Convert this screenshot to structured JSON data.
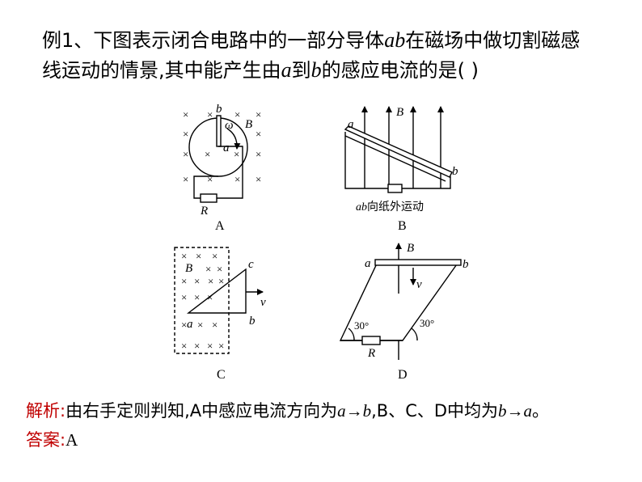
{
  "question": {
    "line1": {
      "prefix": "例1、下图表示闭合电路中的一部分导体",
      "ab": "ab",
      "suffix": "在磁场中做切割磁感"
    },
    "line2": {
      "prefix": "线运动的情景,其中能产生由",
      "a": "a",
      "mid": "到",
      "b": "b",
      "suffix": "的感应电流的是(       )"
    }
  },
  "figures": {
    "A": {
      "caption": "A",
      "labels": {
        "b": "b",
        "omega": "ω",
        "B": "B",
        "a": "a",
        "R": "R"
      }
    },
    "B": {
      "caption": "B",
      "note": "ab向纸外运动",
      "labels": {
        "a": "a",
        "B": "B",
        "b": "b"
      }
    },
    "C": {
      "caption": "C",
      "labels": {
        "B": "B",
        "c": "c",
        "v": "v",
        "a": "a",
        "b": "b"
      }
    },
    "D": {
      "caption": "D",
      "labels": {
        "a": "a",
        "B": "B",
        "b": "b",
        "v": "v",
        "R": "R",
        "angle_left": "30°",
        "angle_right": "30°"
      }
    }
  },
  "analysis": {
    "label": "解析:",
    "text1": "由右手定则判知,A中感应电流方向为",
    "dir1": "a→b",
    "text2": ",B、C、D中均为",
    "dir2": "b→a",
    "text3": "。"
  },
  "answer": {
    "label": "答案:",
    "value": "A"
  },
  "colors": {
    "label_red": "#c00000",
    "text": "#000000"
  }
}
